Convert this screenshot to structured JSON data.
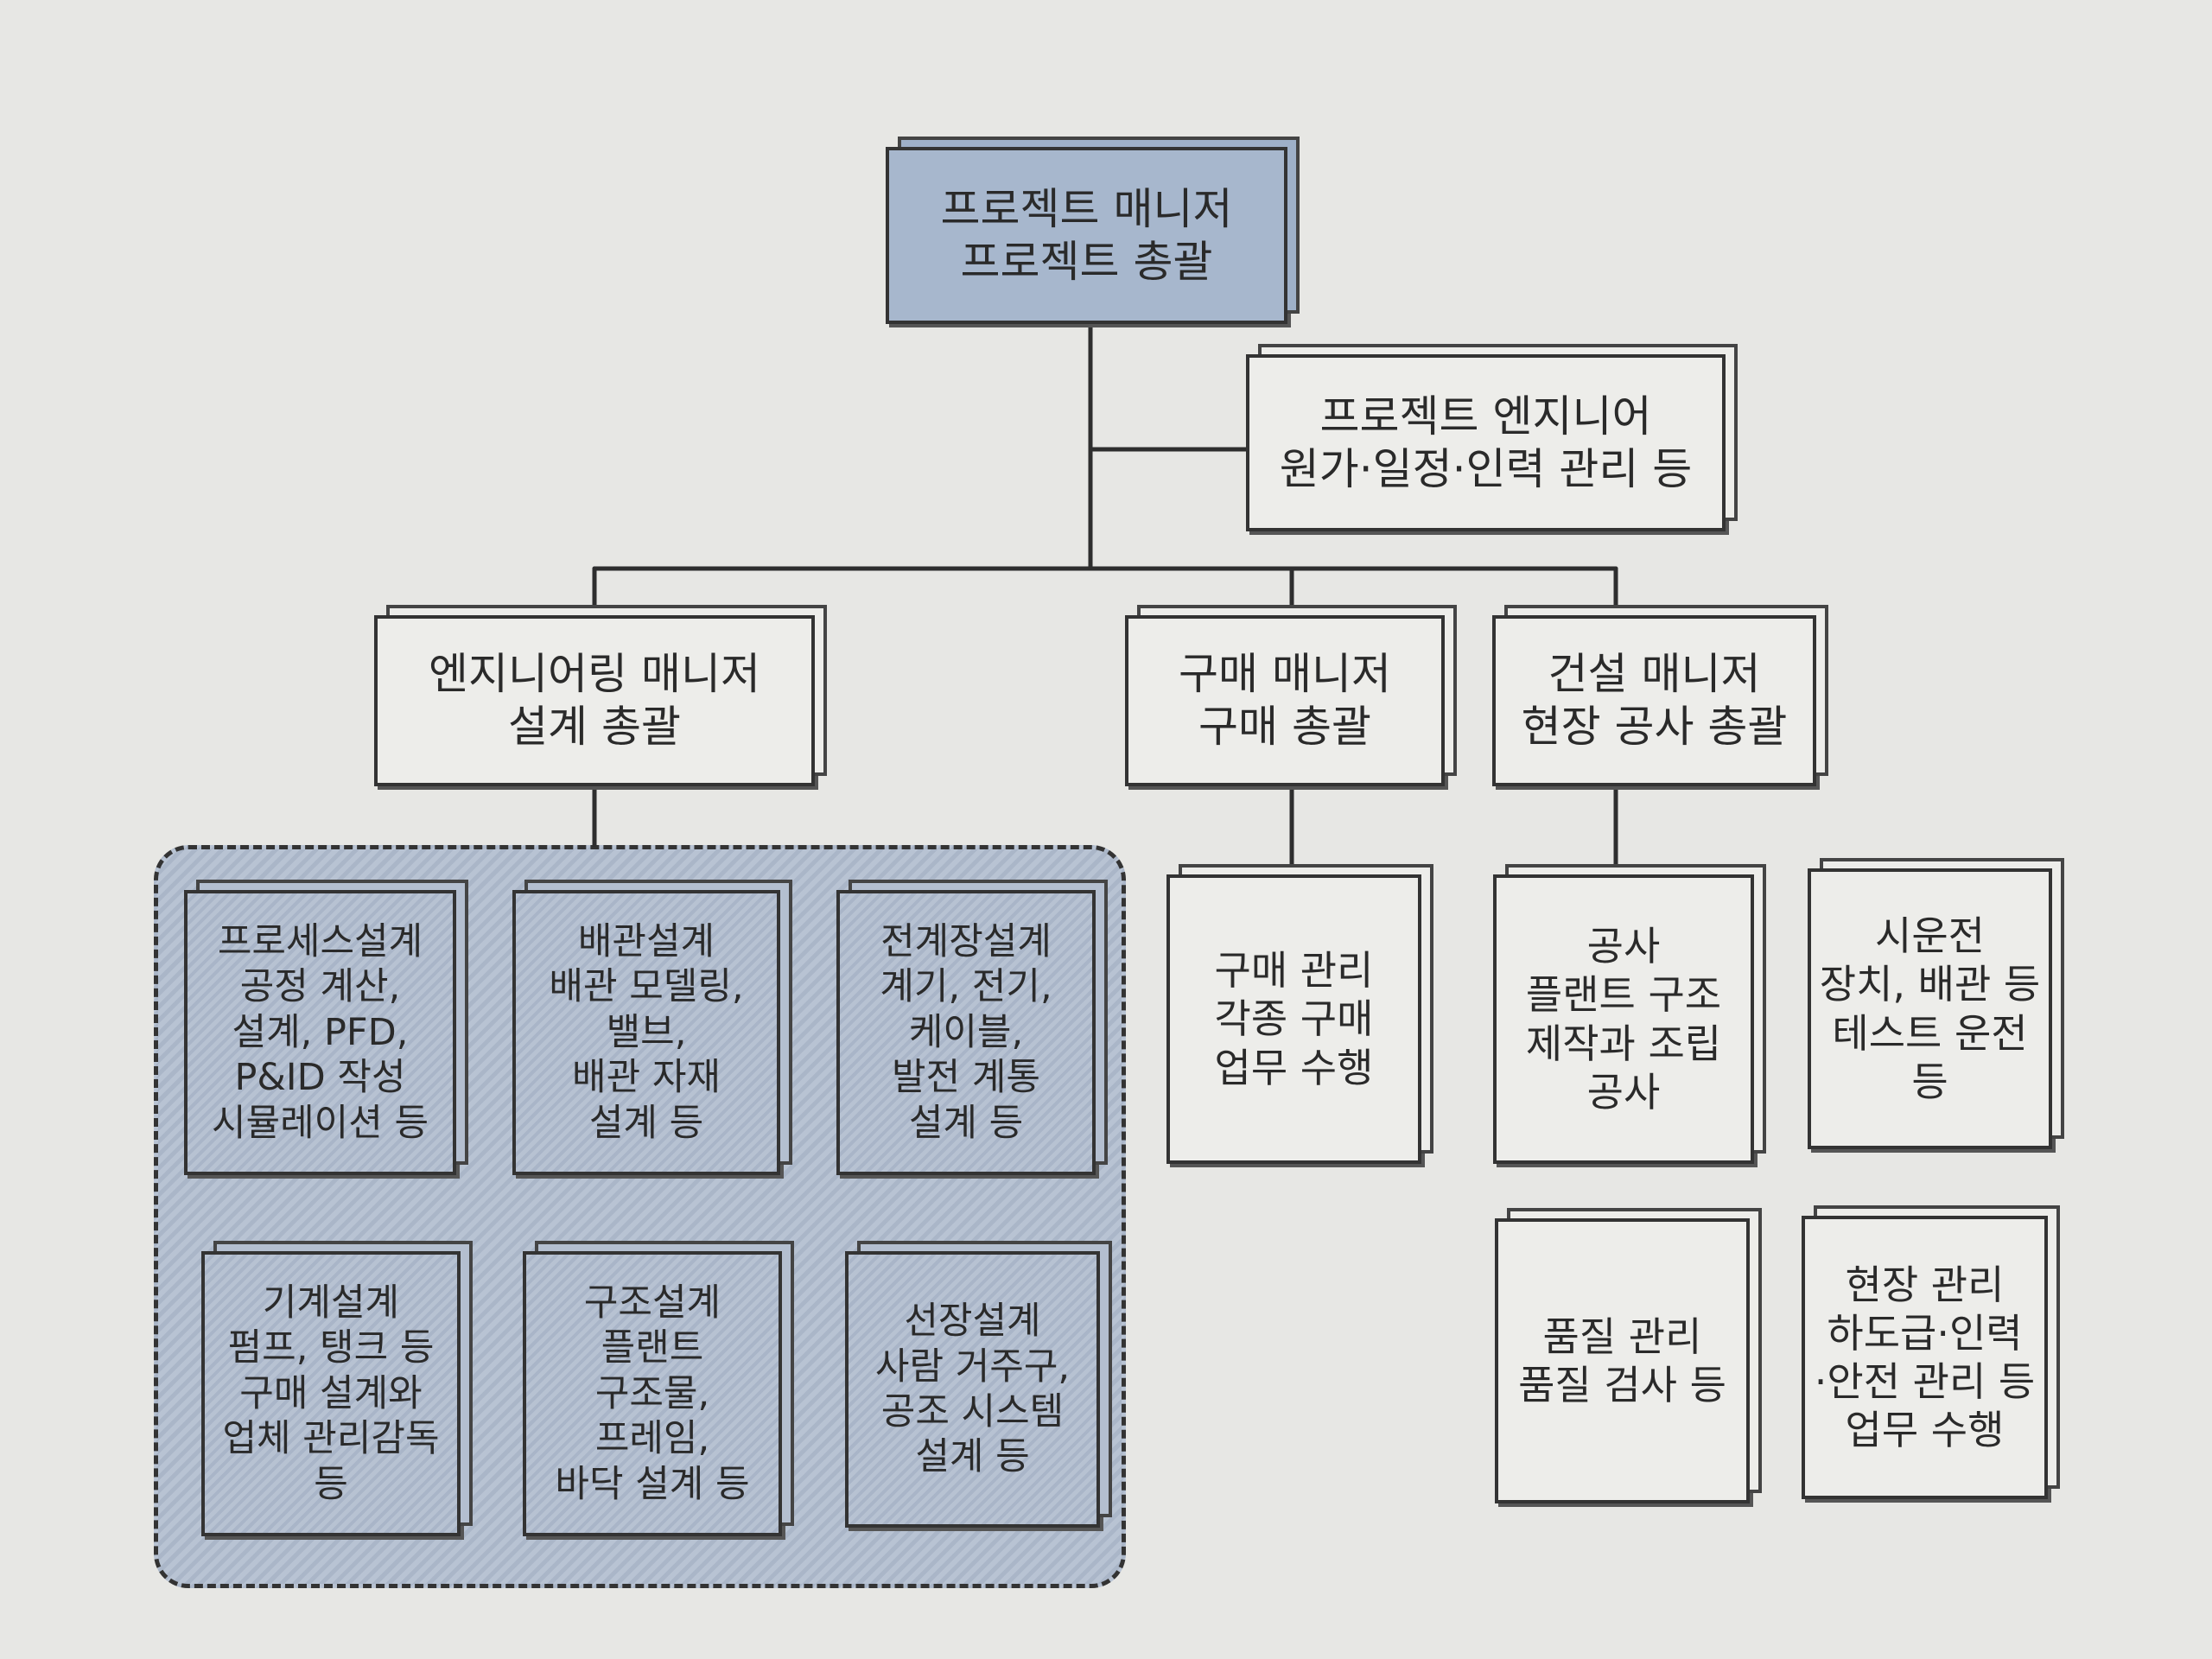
{
  "nodes": {
    "pm": {
      "title": "프로젝트 매니저",
      "desc": "프로젝트 총괄"
    },
    "pe": {
      "title": "프로젝트 엔지니어",
      "desc": "원가·일정·인력 관리 등"
    },
    "em": {
      "title": "엔지니어링 매니저",
      "desc": "설계 총괄"
    },
    "bm": {
      "title": "구매 매니저",
      "desc": "구매 총괄"
    },
    "cm": {
      "title": "건설 매니저",
      "desc": "현장 공사 총괄"
    },
    "process": {
      "title": "프로세스설계",
      "lines": [
        "공정 계산,",
        "설계, PFD,",
        "P&ID 작성",
        "시뮬레이션 등"
      ]
    },
    "piping": {
      "title": "배관설계",
      "lines": [
        "배관 모델링,",
        "밸브,",
        "배관 자재",
        "설계 등"
      ]
    },
    "electrical": {
      "title": "전계장설계",
      "lines": [
        "계기, 전기,",
        "케이블,",
        "발전 계통",
        "설계 등"
      ]
    },
    "mechanical": {
      "title": "기계설계",
      "lines": [
        "펌프, 탱크 등",
        "구매 설계와",
        "업체 관리감독",
        "등"
      ]
    },
    "structural": {
      "title": "구조설계",
      "lines": [
        "플랜트",
        "구조물,",
        "프레임,",
        "바닥 설계 등"
      ]
    },
    "outfitting": {
      "title": "선장설계",
      "lines": [
        "사람 거주구,",
        "공조 시스템",
        "설계 등"
      ]
    },
    "procurement": {
      "title": "구매 관리",
      "lines": [
        "각종 구매",
        "업무 수행"
      ]
    },
    "construction": {
      "title": "공사",
      "lines": [
        "플랜트 구조",
        "제작과 조립",
        "공사"
      ]
    },
    "commissioning": {
      "title": "시운전",
      "lines": [
        "장치, 배관 등",
        "테스트 운전",
        "등"
      ]
    },
    "quality": {
      "title": "품질 관리",
      "lines": [
        "품질 검사 등"
      ]
    },
    "site": {
      "title": "현장 관리",
      "lines": [
        "하도급·인력",
        "·안전 관리 등",
        "업무 수행"
      ]
    }
  }
}
